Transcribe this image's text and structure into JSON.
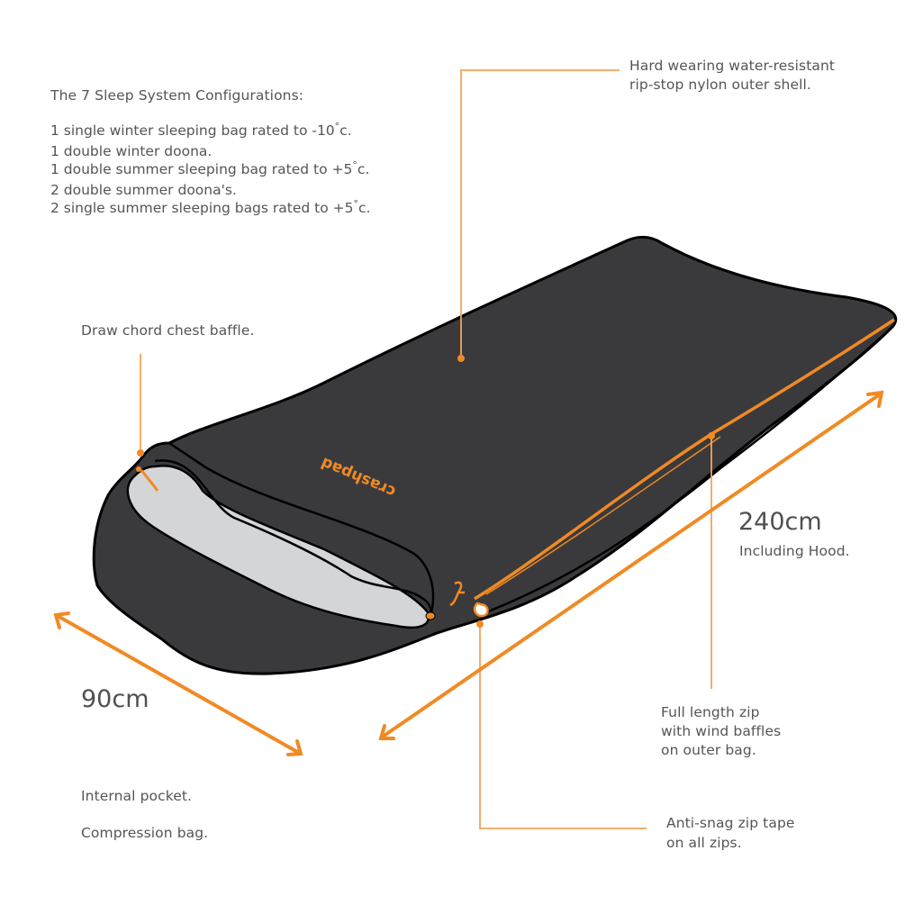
{
  "title": "The 7 Sleep System Configurations:",
  "configurations": [
    {
      "text": "1 single winter sleeping bag rated to -10",
      "unit": "c."
    },
    {
      "text": "1 double winter doona.",
      "unit": ""
    },
    {
      "text": "1 double summer sleeping bag rated to +5",
      "unit": "c."
    },
    {
      "text": "2 double summer doona's.",
      "unit": ""
    },
    {
      "text": "2 single summer sleeping bags rated to +5",
      "unit": "c."
    }
  ],
  "degree_symbol": "°",
  "callouts": {
    "outer_shell": {
      "line1": "Hard wearing water-resistant",
      "line2": "rip-stop nylon outer shell."
    },
    "chest_baffle": {
      "text": "Draw chord chest baffle."
    },
    "zip": {
      "line1": "Full length zip",
      "line2": "with wind baffles",
      "line3": "on outer bag."
    },
    "zip_tape": {
      "line1": "Anti-snag zip tape",
      "line2": "on all zips."
    },
    "pocket": {
      "text": "Internal pocket."
    },
    "compression": {
      "text": "Compression bag."
    }
  },
  "dimensions": {
    "length": {
      "value": "240cm",
      "note": "Including Hood."
    },
    "width": {
      "value": "90cm"
    }
  },
  "brand_logo": "crashpad",
  "colors": {
    "accent_orange": "#f08a24",
    "bag_fill": "#3a3a3c",
    "lining_fill": "#d4d5d7",
    "outline": "#000000",
    "text": "#555555"
  }
}
